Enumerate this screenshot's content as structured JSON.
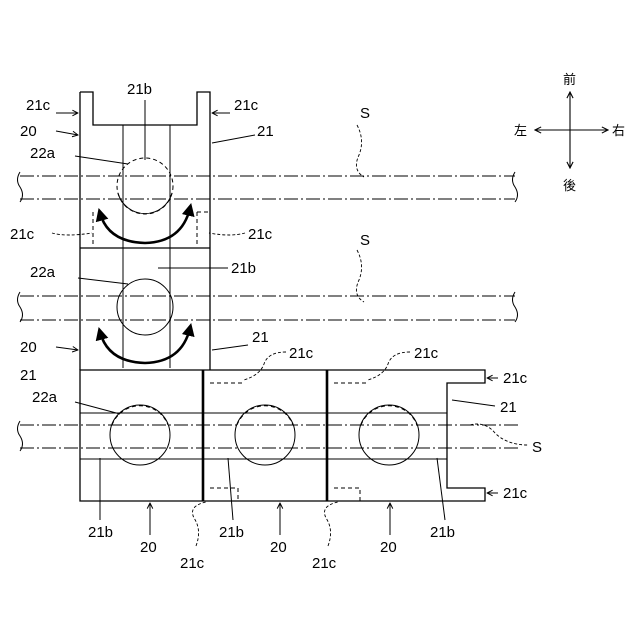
{
  "labels": {
    "s": "S",
    "l20": "20",
    "l21": "21",
    "l21b": "21b",
    "l21c": "21c",
    "l22a": "22a"
  },
  "compass": {
    "front": "前",
    "back": "後",
    "left": "左",
    "right": "右"
  }
}
